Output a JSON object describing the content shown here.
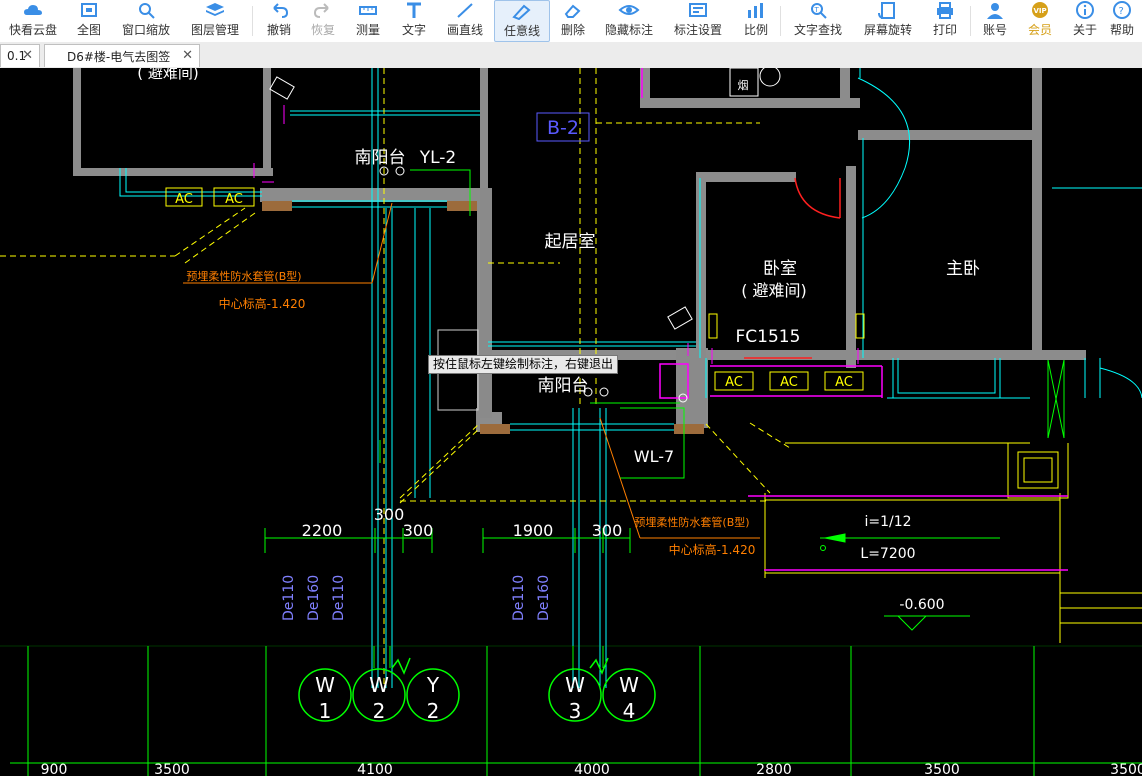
{
  "toolbar": {
    "buttons": [
      {
        "label": "快看云盘",
        "icon": "cloud-icon"
      },
      {
        "label": "全图",
        "icon": "fullview-icon"
      },
      {
        "label": "窗口缩放",
        "icon": "zoom-window-icon"
      },
      {
        "label": "图层管理",
        "icon": "layers-icon"
      },
      {
        "label": "撤销",
        "icon": "undo-icon"
      },
      {
        "label": "恢复",
        "icon": "redo-icon"
      },
      {
        "label": "测量",
        "icon": "ruler-icon"
      },
      {
        "label": "文字",
        "icon": "text-icon"
      },
      {
        "label": "画直线",
        "icon": "line-icon"
      },
      {
        "label": "任意线",
        "icon": "freeline-icon"
      },
      {
        "label": "删除",
        "icon": "eraser-icon"
      },
      {
        "label": "隐藏标注",
        "icon": "eye-icon"
      },
      {
        "label": "标注设置",
        "icon": "annotation-settings-icon"
      },
      {
        "label": "比例",
        "icon": "scale-icon"
      },
      {
        "label": "文字查找",
        "icon": "text-search-icon"
      },
      {
        "label": "屏幕旋转",
        "icon": "rotate-screen-icon"
      },
      {
        "label": "打印",
        "icon": "print-icon"
      },
      {
        "label": "账号",
        "icon": "user-icon"
      },
      {
        "label": "会员",
        "icon": "vip-icon"
      },
      {
        "label": "关于",
        "icon": "info-icon"
      },
      {
        "label": "帮助",
        "icon": "help-icon"
      }
    ],
    "active_label": "任意线"
  },
  "tabs": [
    {
      "title": "0.1",
      "close": "✕"
    },
    {
      "title": "D6#楼-电气去图签",
      "close": "✕"
    }
  ],
  "tooltip": "按住鼠标左键绘制标注，右键退出",
  "drawing": {
    "rooms": {
      "shelter_top": "( 避难间)",
      "south_balcony_1": "南阳台",
      "south_balcony_2": "南阳台",
      "living_room": "起居室",
      "bedroom": "卧室",
      "bedroom_shelter": "( 避难间)",
      "master_bedroom": "主卧",
      "kitchen_fragment": "烟"
    },
    "tags": {
      "b2": "B-2",
      "yl2": "YL-2",
      "wl7": "WL-7",
      "fc": "FC1515",
      "ac": "AC",
      "slope": "i=1/12",
      "length": "L=7200",
      "elevation": "-0.600"
    },
    "notes": {
      "sleeve_1": "预埋柔性防水套管(B型)",
      "center_1": "中心标高-1.420",
      "sleeve_2": "预埋柔性防水套管(B型)",
      "center_2": "中心标高-1.420"
    },
    "dims_upper": [
      "2200",
      "300",
      "300",
      "1900",
      "300"
    ],
    "pipe_sizes_left": [
      "De110",
      "De160",
      "De110"
    ],
    "pipe_sizes_right": [
      "De110",
      "De160"
    ],
    "bubbles": [
      {
        "top": "W",
        "bottom": "1"
      },
      {
        "top": "W",
        "bottom": "2"
      },
      {
        "top": "Y",
        "bottom": "2"
      },
      {
        "top": "W",
        "bottom": "3"
      },
      {
        "top": "W",
        "bottom": "4"
      }
    ],
    "dims_bottom": [
      "900",
      "3500",
      "4100",
      "4000",
      "2800",
      "3500",
      "3500"
    ]
  },
  "colors": {
    "wall": "#8c8c8c",
    "cyan": "#00ffff",
    "yellow": "#ffff00",
    "green": "#00ff00",
    "white": "#ffffff",
    "magenta": "#ff00ff",
    "red": "#ff2020",
    "orange": "#ff7f00",
    "blue_tag": "#5a5aff",
    "toolbar_icon": "#3a8ee6"
  }
}
